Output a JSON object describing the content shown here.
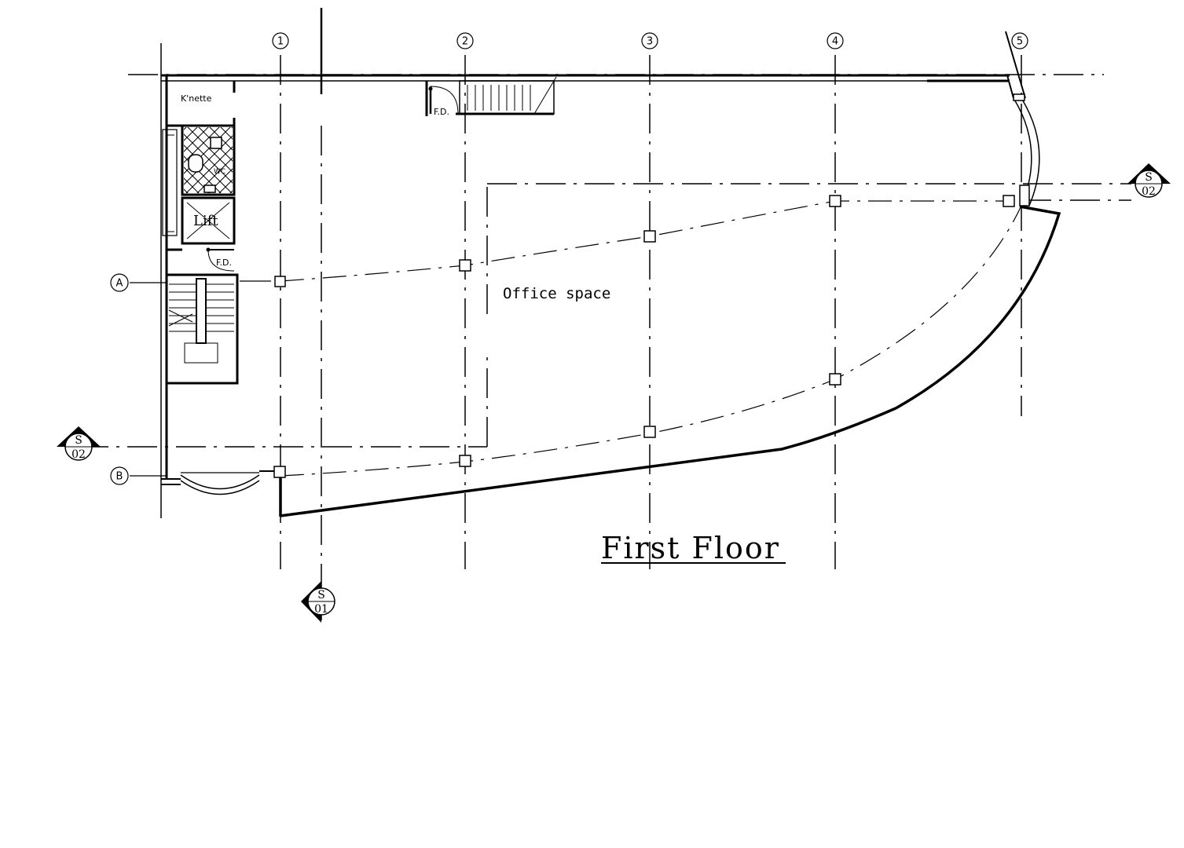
{
  "drawing": {
    "title": "First Floor",
    "room_label": "Office space",
    "kitchenette_label": "K'nette",
    "wc_label": "WC",
    "lift_label": "Lift",
    "fire_door_label_top": "F.D.",
    "fire_door_label_lift": "F.D."
  },
  "grid_columns": [
    "1",
    "2",
    "3",
    "4",
    "5"
  ],
  "grid_rows": [
    "A",
    "B"
  ],
  "section_markers": [
    {
      "top": "S",
      "bottom": "02",
      "id": "right"
    },
    {
      "top": "S",
      "bottom": "02",
      "id": "left"
    },
    {
      "top": "S",
      "bottom": "01",
      "id": "bottom"
    }
  ]
}
